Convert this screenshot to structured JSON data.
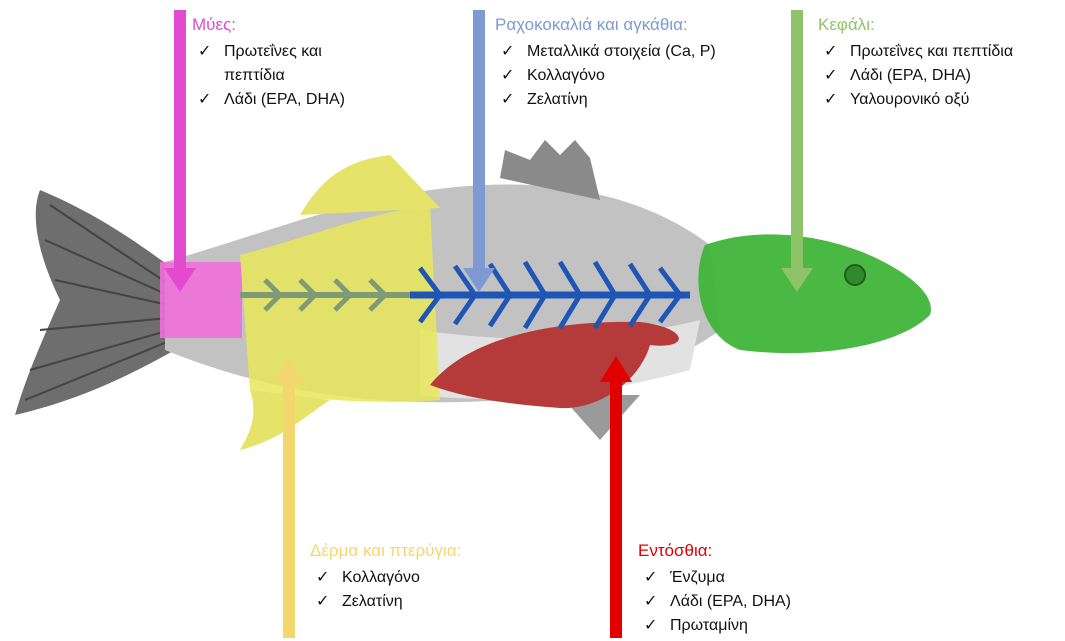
{
  "colors": {
    "muscle": "#e24ad0",
    "muscle_fill": "#ef6fd8",
    "spine": "#7d9ad3",
    "spine_fill": "#1f56b5",
    "head": "#8fc36a",
    "head_fill": "#3fb53a",
    "skin": "#f4d76c",
    "skin_fill": "#e8e85a",
    "viscera": "#e00000",
    "viscera_fill": "#b53a3a",
    "body_fill": "#bdbdbd",
    "tail_fill": "#6e6e6e"
  },
  "labels": {
    "muscle": {
      "title": "Μύες:",
      "items": [
        "Πρωτεΐνες και πεπτίδια",
        "Λάδι (EPA, DHA)"
      ]
    },
    "spine": {
      "title": "Ραχοκοκαλιά και αγκάθια:",
      "items": [
        "Μεταλλικά στοιχεία (Ca, P)",
        "Κολλαγόνο",
        "Ζελατίνη"
      ]
    },
    "head": {
      "title": "Κεφάλι:",
      "items": [
        "Πρωτεΐνες και πεπτίδια",
        "Λάδι (EPA, DHA)",
        "Υαλουρονικό οξύ"
      ]
    },
    "skin": {
      "title": "Δέρμα και πτερύγια:",
      "items": [
        "Κολλαγόνο",
        "Ζελατίνη"
      ]
    },
    "viscera": {
      "title": "Εντόσθια:",
      "items": [
        "Ένζυμα",
        "Λάδι (EPA, DHA)",
        "Πρωταμίνη"
      ]
    }
  },
  "check_glyph": "✓",
  "icons": {
    "arrow": "down-arrow-icon",
    "arrow_up": "up-arrow-icon"
  }
}
